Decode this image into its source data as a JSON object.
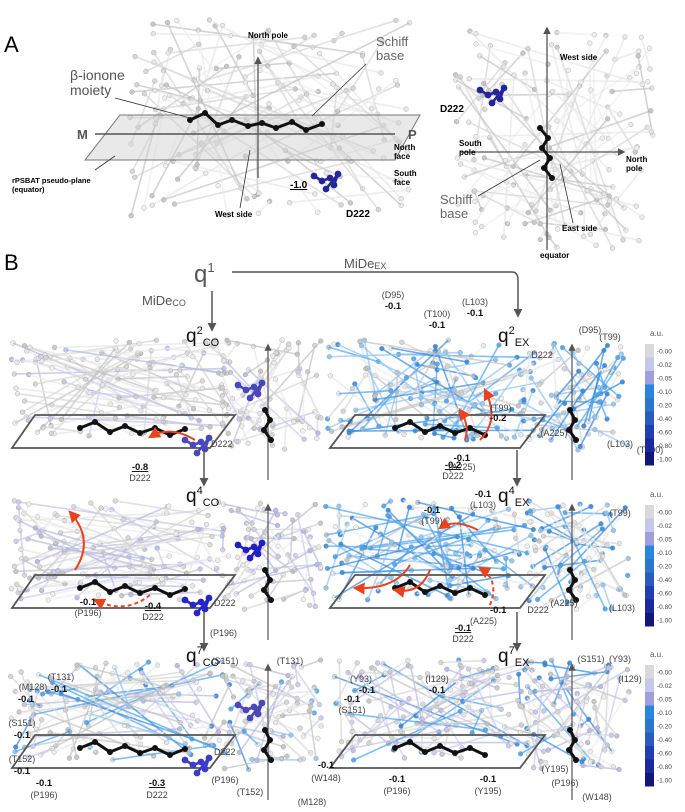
{
  "panel_a": {
    "letter": "A",
    "left": {
      "north_pole": "North\npole",
      "schiff_base": "Schiff\nbase",
      "beta_ionone": "β-ionone\nmoiety",
      "m": "M",
      "p": "P",
      "north_face": "North\nface",
      "south_face": "South\nface",
      "rpsbat": "rPSBAT pseudo-plane\n(equator)",
      "west_side": "West side",
      "charge": "-1.0",
      "d222": "D222"
    },
    "right": {
      "west_side": "West side",
      "d222": "D222",
      "south_pole": "South\npole",
      "north_pole": "North\npole",
      "schiff_base": "Schiff\nbase",
      "east_side": "East side",
      "equator": "equator"
    }
  },
  "panel_b": {
    "letter": "B",
    "q1": "q",
    "q1_sup": "1",
    "mide_co": "MiDe",
    "mide_co_sub": "CO",
    "mide_ex": "MiDe",
    "mide_ex_sub": "EX",
    "rows": [
      {
        "co_label": "q",
        "co_sup": "2",
        "co_sub": "CO",
        "ex_label": "q",
        "ex_sup": "2",
        "ex_sub": "EX",
        "co_texts": [
          {
            "t": "-0.8",
            "b": true,
            "u": true
          },
          {
            "t": "D222"
          },
          {
            "t": "D222"
          }
        ],
        "ex_texts": [
          {
            "t": "(D95)"
          },
          {
            "t": "-0.1",
            "b": true
          },
          {
            "t": "(T100)"
          },
          {
            "t": "-0.1",
            "b": true
          },
          {
            "t": "(L103)"
          },
          {
            "t": "-0.1",
            "b": true
          },
          {
            "t": "(T99)"
          },
          {
            "t": "-0.2",
            "b": true
          },
          {
            "t": "-0.1",
            "b": true
          },
          {
            "t": "(A225)"
          },
          {
            "t": "-0.2",
            "b": true,
            "u": true
          },
          {
            "t": "D222"
          },
          {
            "t": "(D95)"
          },
          {
            "t": "D222"
          },
          {
            "t": "(T99)"
          },
          {
            "t": "(A225)"
          },
          {
            "t": "(L103)"
          },
          {
            "t": "(T100)"
          }
        ]
      },
      {
        "co_label": "q",
        "co_sup": "4",
        "co_sub": "CO",
        "ex_label": "q",
        "ex_sup": "4",
        "ex_sub": "EX",
        "co_texts": [
          {
            "t": "-0.1",
            "b": true
          },
          {
            "t": "(P196)"
          },
          {
            "t": "-0.4",
            "b": true,
            "u": true
          },
          {
            "t": "D222"
          },
          {
            "t": "D222"
          },
          {
            "t": "(P196)"
          }
        ],
        "ex_texts": [
          {
            "t": "-0.1",
            "b": true
          },
          {
            "t": "(T99)"
          },
          {
            "t": "-0.1",
            "b": true
          },
          {
            "t": "(L103)"
          },
          {
            "t": "-0.1",
            "b": true
          },
          {
            "t": "(A225)"
          },
          {
            "t": "-0.1",
            "b": true,
            "u": true
          },
          {
            "t": "D222"
          },
          {
            "t": "D222"
          },
          {
            "t": "(T99)"
          },
          {
            "t": "(A225)"
          },
          {
            "t": "(L103)"
          }
        ]
      },
      {
        "co_label": "q",
        "co_sup": "7",
        "co_sub": "CO",
        "ex_label": "q",
        "ex_sup": "7",
        "ex_sub": "EX",
        "co_texts": [
          {
            "t": "(M128)"
          },
          {
            "t": "(T131)"
          },
          {
            "t": "-0.1",
            "b": true
          },
          {
            "t": "-0.1",
            "b": true
          },
          {
            "t": "(S151)"
          },
          {
            "t": "-0.1",
            "b": true
          },
          {
            "t": "(T152)"
          },
          {
            "t": "-0.1",
            "b": true
          },
          {
            "t": "-0.1",
            "b": true
          },
          {
            "t": "(P196)"
          },
          {
            "t": "-0.3",
            "b": true,
            "u": true
          },
          {
            "t": "D222"
          },
          {
            "t": "(S151)"
          },
          {
            "t": "(T131)"
          },
          {
            "t": "D222"
          },
          {
            "t": "(P196)"
          },
          {
            "t": "(T152)"
          },
          {
            "t": "(M128)"
          }
        ],
        "ex_texts": [
          {
            "t": "(Y93)"
          },
          {
            "t": "-0.1",
            "b": true
          },
          {
            "t": "(I129)"
          },
          {
            "t": "-0.1",
            "b": true
          },
          {
            "t": "-0.1",
            "b": true
          },
          {
            "t": "(S151)"
          },
          {
            "t": "-0.1",
            "b": true
          },
          {
            "t": "(W148)"
          },
          {
            "t": "-0.1",
            "b": true
          },
          {
            "t": "(P196)"
          },
          {
            "t": "-0.1",
            "b": true
          },
          {
            "t": "(Y195)"
          },
          {
            "t": "(S151)"
          },
          {
            "t": "(Y93)"
          },
          {
            "t": "(I129)"
          },
          {
            "t": "(Y195)"
          },
          {
            "t": "(P196)"
          },
          {
            "t": "(W148)"
          }
        ]
      }
    ],
    "colorbar": {
      "unit": "a.u.",
      "ticks": [
        "-0.00",
        "-0.02",
        "-0.05",
        "-0.10",
        "-0.20",
        "-0.40",
        "-0.60",
        "-0.80",
        "-1.00"
      ],
      "colors": [
        "#d9d9d9",
        "#c7c7ea",
        "#9f9fe0",
        "#2a86dd",
        "#2a78cc",
        "#2a5cc0",
        "#1f3fb3",
        "#1a2a9e",
        "#14167a"
      ]
    }
  }
}
